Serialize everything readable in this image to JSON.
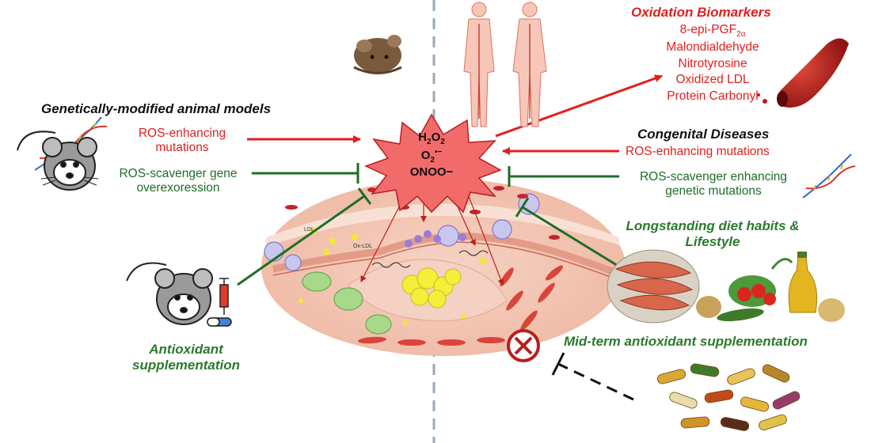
{
  "left": {
    "gm_heading": "Genetically-modified  animal models",
    "ros_enhancing_line1": "ROS-enhancing",
    "ros_enhancing_line2": "mutations",
    "scavenger_line1": "ROS-scavenger gene",
    "scavenger_line2": "overexoression",
    "antioxidant_line1": "Antioxidant",
    "antioxidant_line2": "supplementation"
  },
  "center": {
    "ros_h2o2": "H2O2",
    "ros_o2": "O2•−",
    "ros_onoo": "ONOO−",
    "ldl": "LDL",
    "ox_ldl": "Ox-LDL"
  },
  "right": {
    "biomarkers_heading": "Oxidation Biomarkers",
    "biomarkers": [
      "8-epi-PGF2α",
      "Malondialdehyde",
      "Nitrotyrosine",
      "Oxidized LDL",
      "Protein Carbonyl"
    ],
    "congenital_heading": "Congenital Diseases",
    "congenital_enhancing": "ROS-enhancing mutations",
    "congenital_scavenger_line1": "ROS-scavenger enhancing",
    "congenital_scavenger_line2": "genetic mutations",
    "diet_line1": "Longstanding diet habits &",
    "diet_line2": "Lifestyle",
    "midterm": "Mid-term antioxidant supplementation"
  },
  "colors": {
    "red": "#e0201f",
    "green": "#1e6e26",
    "divider": "#9aa9b8",
    "tissue": "#f3c7b3",
    "star": "#f26b6b"
  }
}
